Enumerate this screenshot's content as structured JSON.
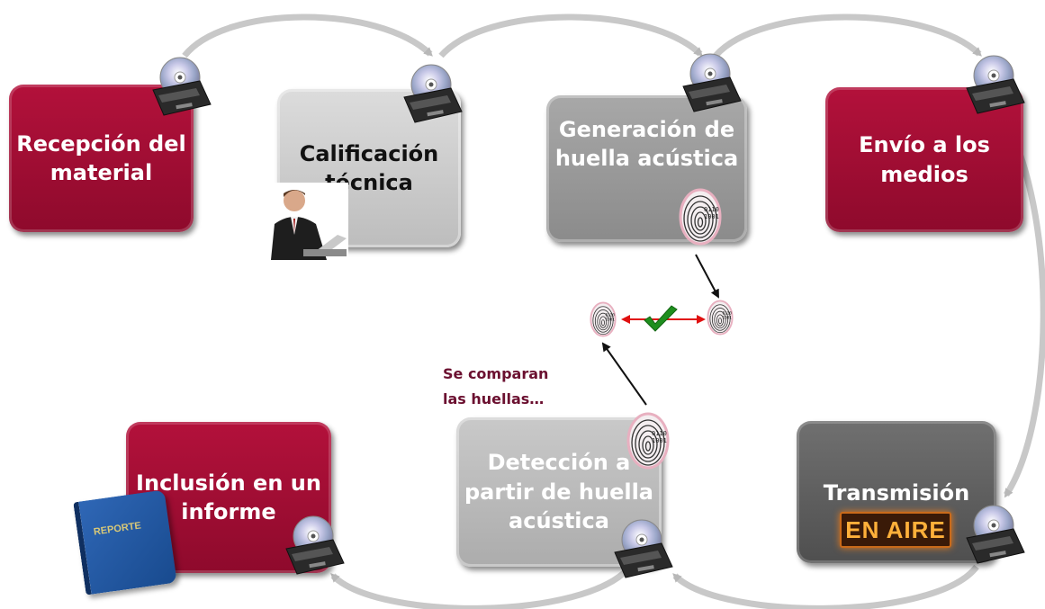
{
  "steps": [
    {
      "id": "recepcion",
      "label": "Recepción del\nmaterial",
      "style": "red"
    },
    {
      "id": "calificacion",
      "label": "Calificación\ntécnica",
      "style": "lightgray"
    },
    {
      "id": "generacion",
      "label": "Generación de\nhuella acústica",
      "style": "midgray"
    },
    {
      "id": "envio",
      "label": "Envío a los\nmedios",
      "style": "red"
    },
    {
      "id": "transmision",
      "label": "Transmisión",
      "style": "darkgray"
    },
    {
      "id": "deteccion",
      "label": "Detección a\npartir de huella\nacústica",
      "style": "palegray"
    },
    {
      "id": "inclusion",
      "label": "Inclusión en un\ninforme",
      "style": "red"
    }
  ],
  "on_air_sign": "EN AIRE",
  "comparison_note": "Se comparan\nlas huellas…",
  "report_label": "REPORTE",
  "icons": [
    "disc-player-icon",
    "fingerprint-icon",
    "checkmark-icon",
    "person-laptop-icon",
    "report-book-icon"
  ],
  "colors": {
    "red_box": "#a00e34",
    "light_gray_box": "#cccccc",
    "mid_gray_box": "#9a9a9a",
    "dark_gray_box": "#5e5e5e",
    "check_green": "#1e8e1e",
    "compare_arrow_red": "#e01010",
    "flow_arrow_gray": "#c8c8c8",
    "note_text": "#6b1030",
    "on_air_text": "#ffb03a"
  }
}
